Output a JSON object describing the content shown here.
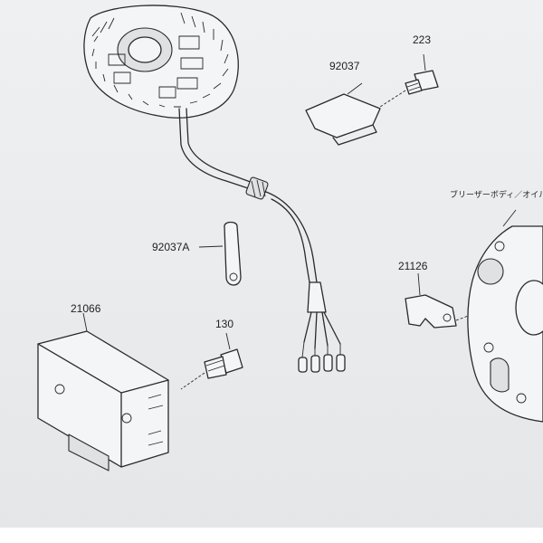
{
  "diagram": {
    "labels": {
      "stator_guide": "92037",
      "bolt_small": "223",
      "clamp": "92037A",
      "regulator": "21066",
      "bolt_regulator": "130",
      "bracket": "21126",
      "cover": "ブリーザーボディ／オイル"
    }
  }
}
